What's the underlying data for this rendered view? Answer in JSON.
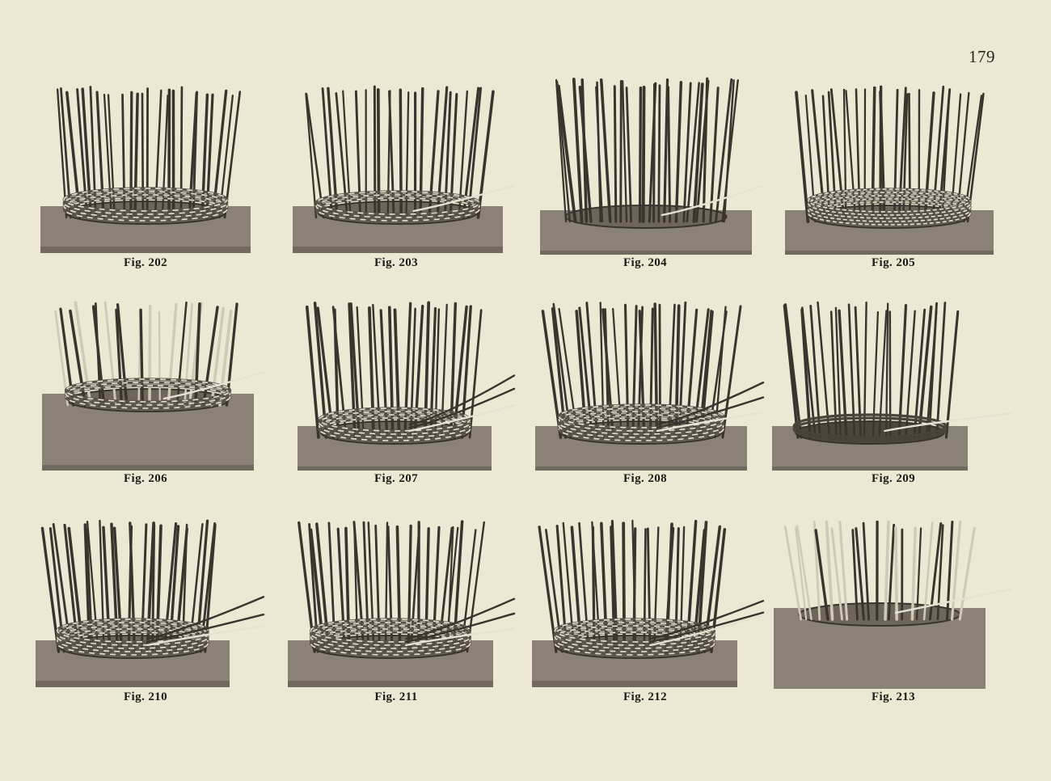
{
  "page": {
    "number": "179"
  },
  "figures": [
    {
      "caption": "Fig. 202",
      "variant": "fine-weave"
    },
    {
      "caption": "Fig. 203",
      "variant": "single-strand"
    },
    {
      "caption": "Fig. 204",
      "variant": "tall-start"
    },
    {
      "caption": "Fig. 205",
      "variant": "dense-weave"
    },
    {
      "caption": "Fig. 206",
      "variant": "light-stakes"
    },
    {
      "caption": "Fig. 207",
      "variant": "pairing"
    },
    {
      "caption": "Fig. 208",
      "variant": "flared-triple"
    },
    {
      "caption": "Fig. 209",
      "variant": "dark-base"
    },
    {
      "caption": "Fig. 210",
      "variant": "flared-pairing"
    },
    {
      "caption": "Fig. 211",
      "variant": "dark-pairing"
    },
    {
      "caption": "Fig. 212",
      "variant": "triple-twist"
    },
    {
      "caption": "Fig. 213",
      "variant": "upset-start"
    }
  ],
  "colors": {
    "paper": "#ebe8d4",
    "board": "#8a8276",
    "board_shadow": "#5e574e",
    "stake": "#3a342e",
    "weaver_light": "#e6e2d2",
    "weave_dark": "#4a433b"
  }
}
